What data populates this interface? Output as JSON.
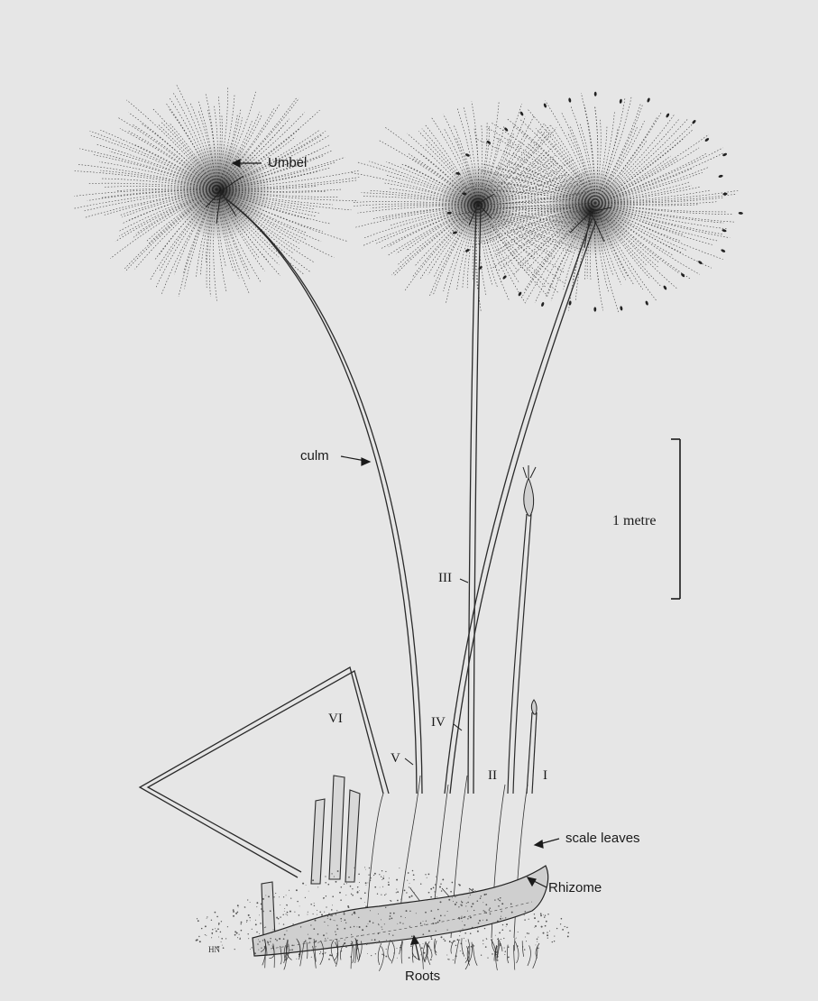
{
  "labels": {
    "umbel": "Umbel",
    "culm": "culm",
    "scale_leaves": "scale leaves",
    "rhizome": "Rhizome",
    "roots": "Roots",
    "scale_bar": "1 metre",
    "artist_initials": "HN"
  },
  "culm_numbers": {
    "i": "I",
    "ii": "II",
    "iii": "III",
    "iv": "IV",
    "v": "V",
    "vi": "VI"
  },
  "colors": {
    "background": "#e6e6e6",
    "ink": "#1a1a1a"
  }
}
